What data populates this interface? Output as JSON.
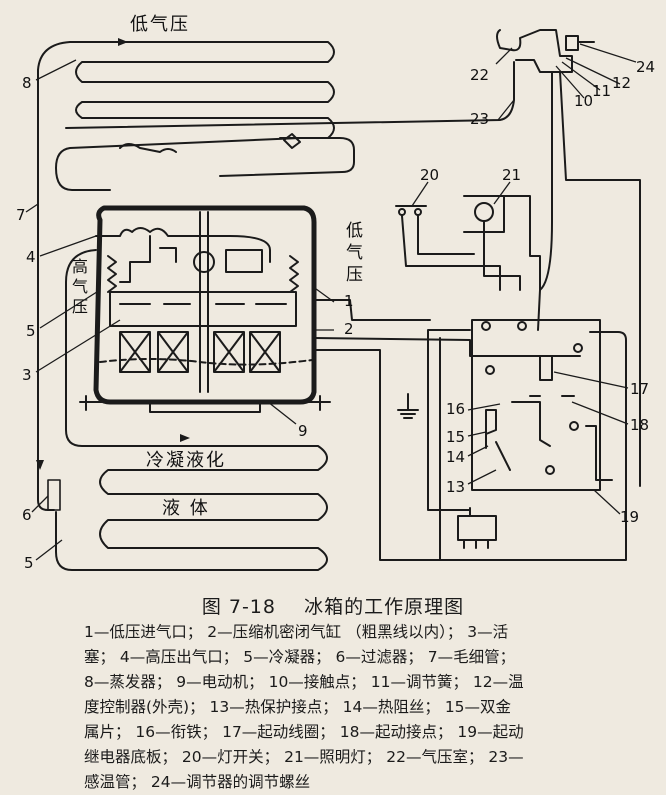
{
  "diagram": {
    "labels": {
      "low_pressure_top": "低气压",
      "low_pressure_side": [
        "低",
        "气",
        "压"
      ],
      "high_pressure": [
        "高",
        "气",
        "压"
      ],
      "condense": "冷凝液化",
      "liquid": "液  体"
    },
    "numbers": [
      "1",
      "2",
      "3",
      "4",
      "5",
      "5",
      "6",
      "7",
      "8",
      "9",
      "10",
      "11",
      "12",
      "13",
      "14",
      "15",
      "16",
      "17",
      "18",
      "19",
      "20",
      "21",
      "22",
      "23",
      "24"
    ]
  },
  "caption": {
    "figure_no": "图 7-18",
    "title": "冰箱的工作原理图"
  },
  "legend": {
    "lines": [
      "1—低压进气口；  2—压缩机密闭气缸 （粗黑线以内）； 3—活",
      "塞； 4—高压出气口； 5—冷凝器； 6—过滤器； 7—毛细管；",
      "8—蒸发器； 9—电动机； 10—接触点； 11—调节簧； 12—温",
      "度控制器(外壳)； 13—热保护接点； 14—热阻丝； 15—双金",
      "属片； 16—衔铁； 17—起动线圈； 18—起动接点； 19—起动",
      "继电器底板； 20—灯开关； 21—照明灯； 22—气压室； 23—",
      "感温管； 24—调节器的调节螺丝"
    ]
  }
}
